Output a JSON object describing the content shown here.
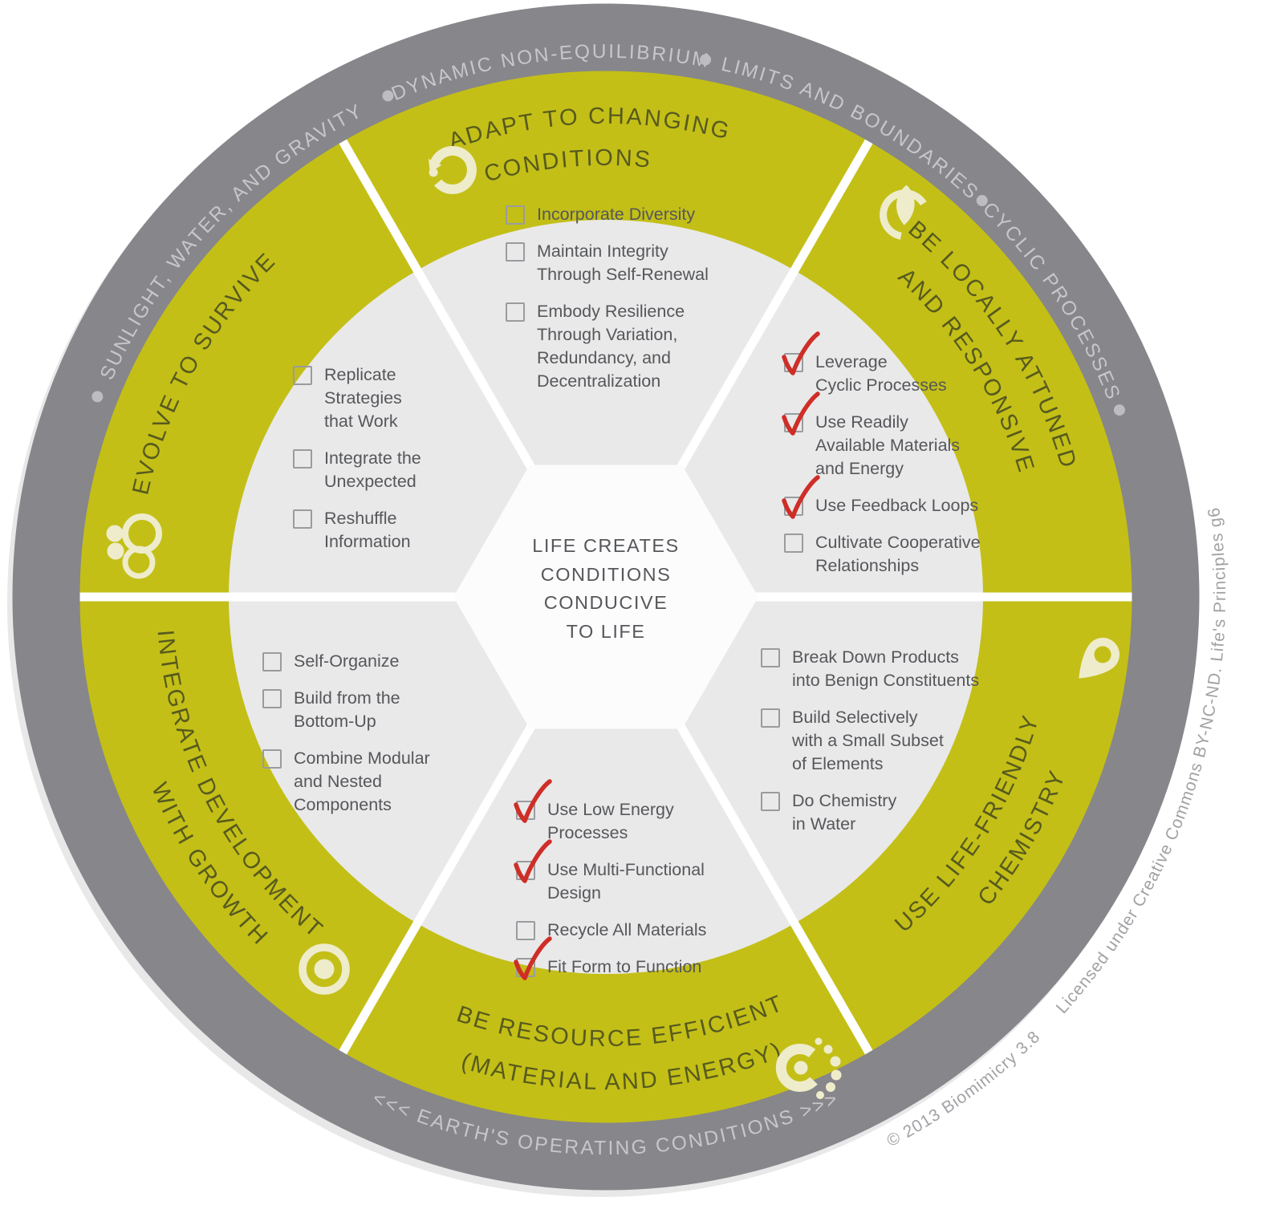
{
  "center": {
    "lines": [
      "LIFE CREATES",
      "CONDITIONS",
      "CONDUCIVE",
      "TO LIFE"
    ]
  },
  "outer_ring": {
    "phrases": [
      "SUNLIGHT, WATER, AND GRAVITY",
      "DYNAMIC NON-EQUILIBRIUM",
      "LIMITS AND BOUNDARIES",
      "CYCLIC PROCESSES"
    ],
    "bottom_text": "<<<  EARTH'S OPERATING CONDITIONS  >>>",
    "copyright": "© 2013 Biomimicry 3.8",
    "license": "Licensed under Creative Commons BY-NC-ND. Life's Principles g6"
  },
  "segments": [
    {
      "title": [
        "ADAPT TO CHANGING",
        "CONDITIONS"
      ],
      "icon": "cycle-arrow-icon",
      "items": [
        {
          "label": "Incorporate Diversity",
          "checked": false
        },
        {
          "label": "Maintain Integrity\nThrough Self-Renewal",
          "checked": false
        },
        {
          "label": "Embody Resilience\nThrough Variation,\nRedundancy, and\nDecentralization",
          "checked": false
        }
      ]
    },
    {
      "title": [
        "BE LOCALLY ATTUNED",
        "AND RESPONSIVE"
      ],
      "icon": "leaf-icon",
      "items": [
        {
          "label": "Leverage\nCyclic Processes",
          "checked": true
        },
        {
          "label": "Use Readily\nAvailable Materials\nand Energy",
          "checked": true
        },
        {
          "label": "Use Feedback Loops",
          "checked": true
        },
        {
          "label": "Cultivate Cooperative\nRelationships",
          "checked": false
        }
      ]
    },
    {
      "title": [
        "USE LIFE-FRIENDLY",
        "CHEMISTRY"
      ],
      "icon": "droplet-icon",
      "items": [
        {
          "label": "Break Down Products\ninto Benign Constituents",
          "checked": false
        },
        {
          "label": "Build Selectively\nwith a Small Subset\nof Elements",
          "checked": false
        },
        {
          "label": "Do Chemistry\nin Water",
          "checked": false
        }
      ]
    },
    {
      "title": [
        "BE RESOURCE EFFICIENT",
        "(MATERIAL AND ENERGY)"
      ],
      "icon": "particles-icon",
      "items": [
        {
          "label": "Use Low Energy\nProcesses",
          "checked": true
        },
        {
          "label": "Use Multi-Functional\nDesign",
          "checked": true
        },
        {
          "label": "Recycle All Materials",
          "checked": false
        },
        {
          "label": "Fit Form to Function",
          "checked": true
        }
      ]
    },
    {
      "title": [
        "INTEGRATE DEVELOPMENT",
        "WITH GROWTH"
      ],
      "icon": "bullseye-icon",
      "items": [
        {
          "label": "Self-Organize",
          "checked": false
        },
        {
          "label": "Build from the\nBottom-Up",
          "checked": false
        },
        {
          "label": "Combine Modular\nand Nested\nComponents",
          "checked": false
        }
      ]
    },
    {
      "title": [
        "EVOLVE TO SURVIVE"
      ],
      "icon": "cells-icon",
      "items": [
        {
          "label": "Replicate\nStrategies\nthat Work",
          "checked": false
        },
        {
          "label": "Integrate the\nUnexpected",
          "checked": false
        },
        {
          "label": "Reshuffle\nInformation",
          "checked": false
        }
      ]
    }
  ],
  "colors": {
    "ring_gray": "#87868a",
    "ring_olive": "#c3bf17",
    "wedge_gray": "#e9e9ea",
    "icon_cream": "#eeeccb",
    "title_olive": "#575a1e",
    "ring_text": "#c7c6ca",
    "credit_text": "#a2a1a5",
    "body_text": "#56575a",
    "check_red": "#cf2e27",
    "box_border": "#9a9b9e"
  }
}
